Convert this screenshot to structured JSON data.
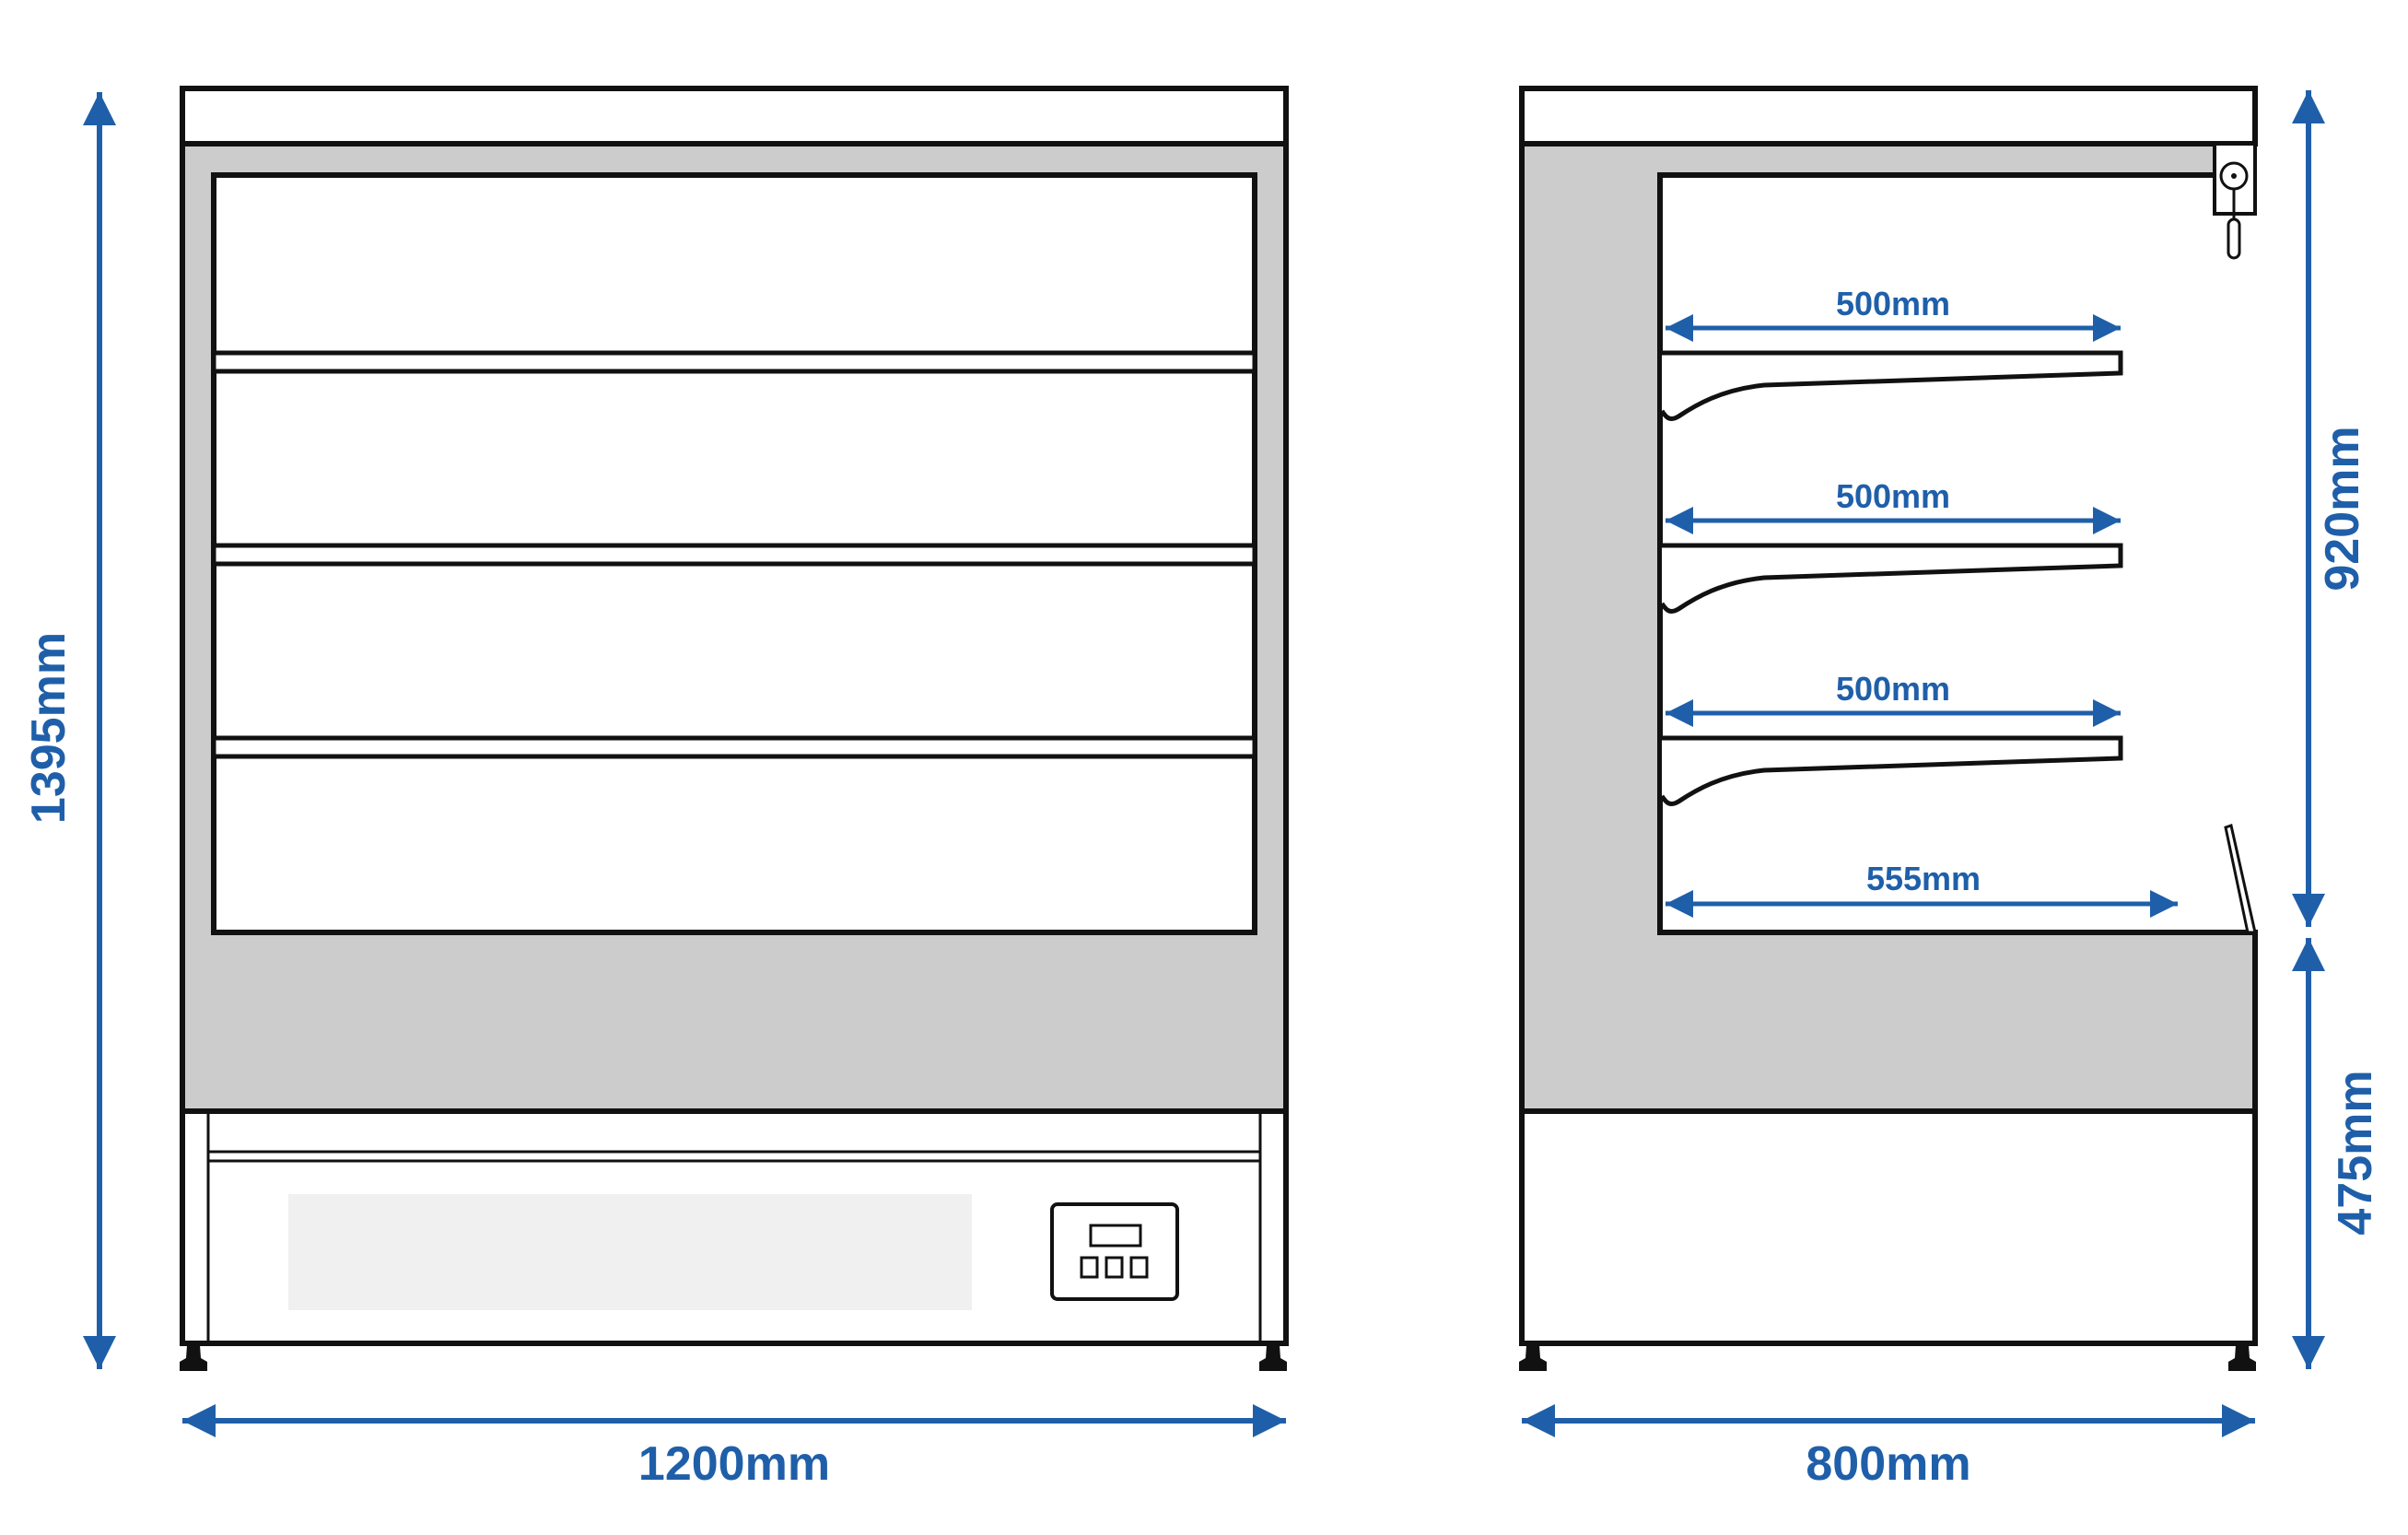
{
  "dimensions": {
    "front_width": "1200mm",
    "total_height": "1395mm",
    "side_depth": "800mm",
    "upper_height": "920mm",
    "lower_height": "475mm",
    "shelf_1_depth": "500mm",
    "shelf_2_depth": "500mm",
    "shelf_3_depth": "500mm",
    "base_depth": "555mm"
  },
  "colors": {
    "dimension_blue": "#1f5fa9",
    "cabinet_gray": "#cccccc",
    "outline": "#111111",
    "panel_light": "#f0f0f0"
  }
}
